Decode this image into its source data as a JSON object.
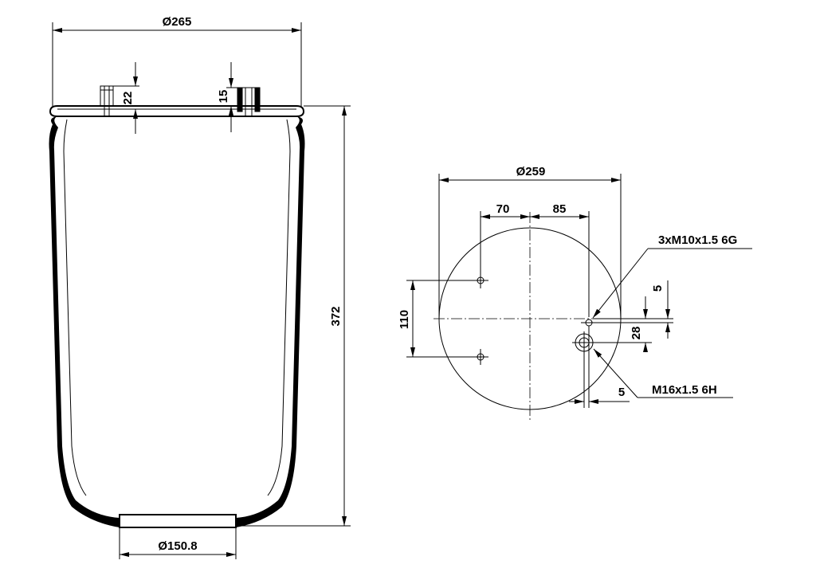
{
  "dimensions": {
    "top_diameter": "Ø265",
    "stud_height": "22",
    "nut_height": "15",
    "total_height": "372",
    "bottom_diameter": "Ø150.8",
    "plate_diameter": "Ø259",
    "offset_left": "70",
    "offset_right": "85",
    "hole_spacing": "110",
    "small_offset": "5",
    "vertical_offset": "28",
    "port_offset": "5"
  },
  "callouts": {
    "small_thread": "3xM10x1.5 6G",
    "port_thread": "M16x1.5 6H"
  }
}
